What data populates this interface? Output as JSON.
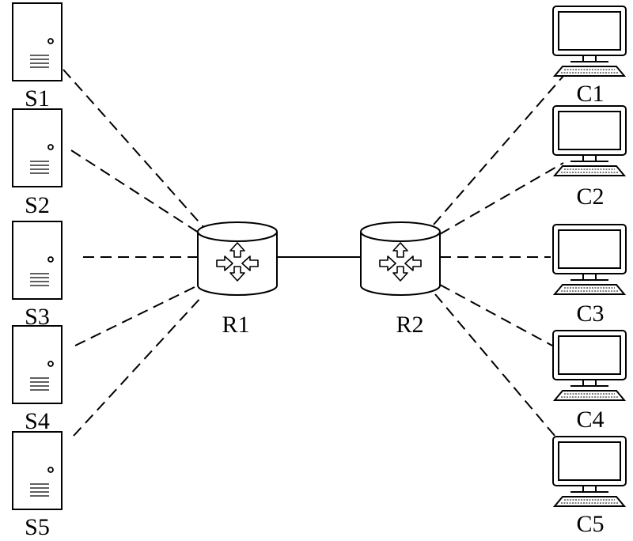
{
  "diagram": {
    "servers": [
      {
        "id": "S1",
        "label": "S1"
      },
      {
        "id": "S2",
        "label": "S2"
      },
      {
        "id": "S3",
        "label": "S3"
      },
      {
        "id": "S4",
        "label": "S4"
      },
      {
        "id": "S5",
        "label": "S5"
      }
    ],
    "routers": [
      {
        "id": "R1",
        "label": "R1"
      },
      {
        "id": "R2",
        "label": "R2"
      }
    ],
    "clients": [
      {
        "id": "C1",
        "label": "C1"
      },
      {
        "id": "C2",
        "label": "C2"
      },
      {
        "id": "C3",
        "label": "C3"
      },
      {
        "id": "C4",
        "label": "C4"
      },
      {
        "id": "C5",
        "label": "C5"
      }
    ],
    "links": [
      {
        "from": "S1",
        "to": "R1",
        "style": "dashed"
      },
      {
        "from": "S2",
        "to": "R1",
        "style": "dashed"
      },
      {
        "from": "S3",
        "to": "R1",
        "style": "dashed"
      },
      {
        "from": "S4",
        "to": "R1",
        "style": "dashed"
      },
      {
        "from": "S5",
        "to": "R1",
        "style": "dashed"
      },
      {
        "from": "R1",
        "to": "R2",
        "style": "solid"
      },
      {
        "from": "R2",
        "to": "C1",
        "style": "dashed"
      },
      {
        "from": "R2",
        "to": "C2",
        "style": "dashed"
      },
      {
        "from": "R2",
        "to": "C3",
        "style": "dashed"
      },
      {
        "from": "R2",
        "to": "C4",
        "style": "dashed"
      },
      {
        "from": "R2",
        "to": "C5",
        "style": "dashed"
      }
    ]
  }
}
